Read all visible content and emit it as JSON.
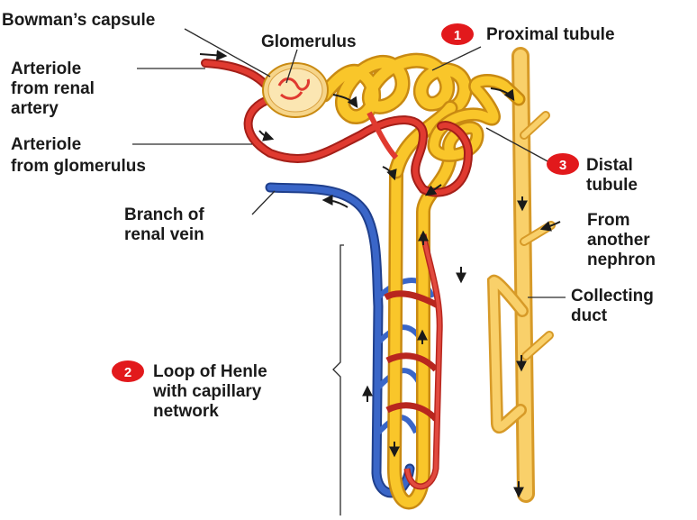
{
  "diagram": {
    "colors": {
      "tubule": "#f9c62a",
      "tubule_dark": "#c98a12",
      "artery": "#d9342b",
      "vein": "#2f57b4",
      "duct": "#f7c75a",
      "marker": "#e2191c"
    },
    "labels": {
      "bowmans_capsule": "Bowman’s capsule",
      "glomerulus": "Glomerulus",
      "arteriole_from_artery": [
        "Arteriole",
        "from renal",
        "artery"
      ],
      "arteriole_from_glomerulus": [
        "Arteriole",
        "from glomerulus"
      ],
      "branch_renal_vein": [
        "Branch of",
        "renal vein"
      ],
      "proximal_tubule": "Proximal tubule",
      "distal_tubule": [
        "Distal",
        "tubule"
      ],
      "from_another_nephron": [
        "From",
        "another",
        "nephron"
      ],
      "collecting_duct": [
        "Collecting",
        "duct"
      ],
      "loop_of_henle": [
        "Loop of Henle",
        "with capillary",
        "network"
      ]
    },
    "markers": {
      "proximal": "1",
      "loop": "2",
      "distal": "3"
    }
  }
}
